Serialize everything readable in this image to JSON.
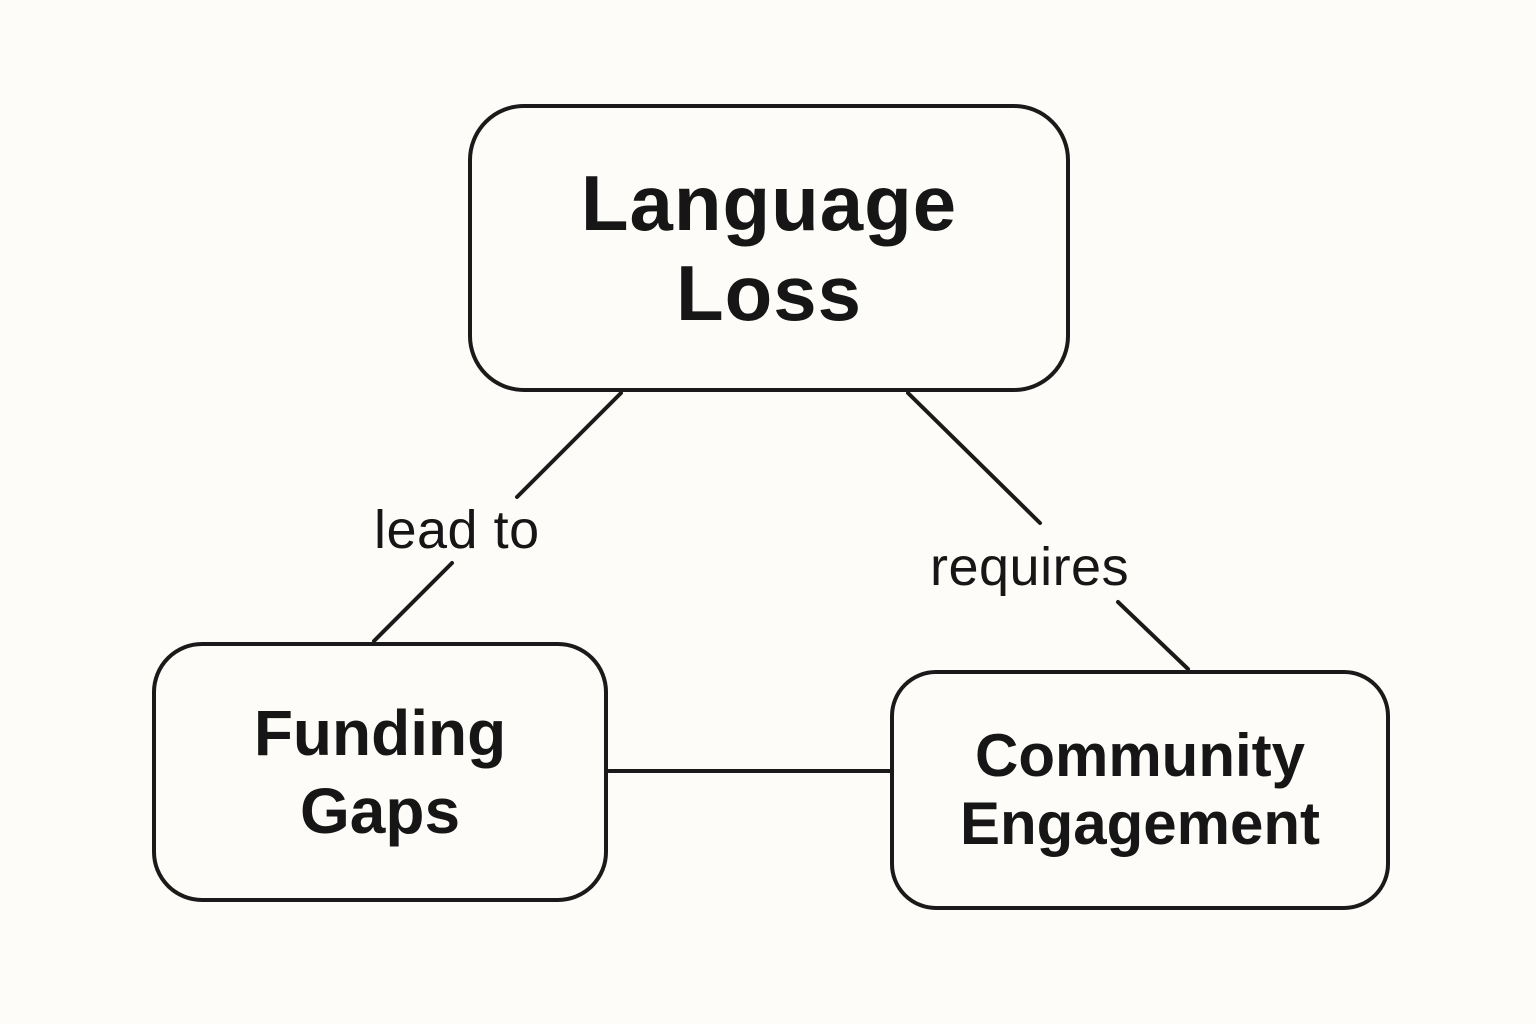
{
  "diagram": {
    "nodes": {
      "top": {
        "lines": [
          "Language",
          "Loss"
        ]
      },
      "left": {
        "lines": [
          "Funding",
          "Gaps"
        ]
      },
      "right": {
        "lines": [
          "Community",
          "Engagement"
        ]
      }
    },
    "edges": {
      "top_left": {
        "label": "lead to"
      },
      "top_right": {
        "label": "requires"
      },
      "left_right": {
        "label": ""
      }
    },
    "colors": {
      "background": "#fdfcf8",
      "stroke": "#1a1a1a",
      "text": "#161616"
    }
  }
}
